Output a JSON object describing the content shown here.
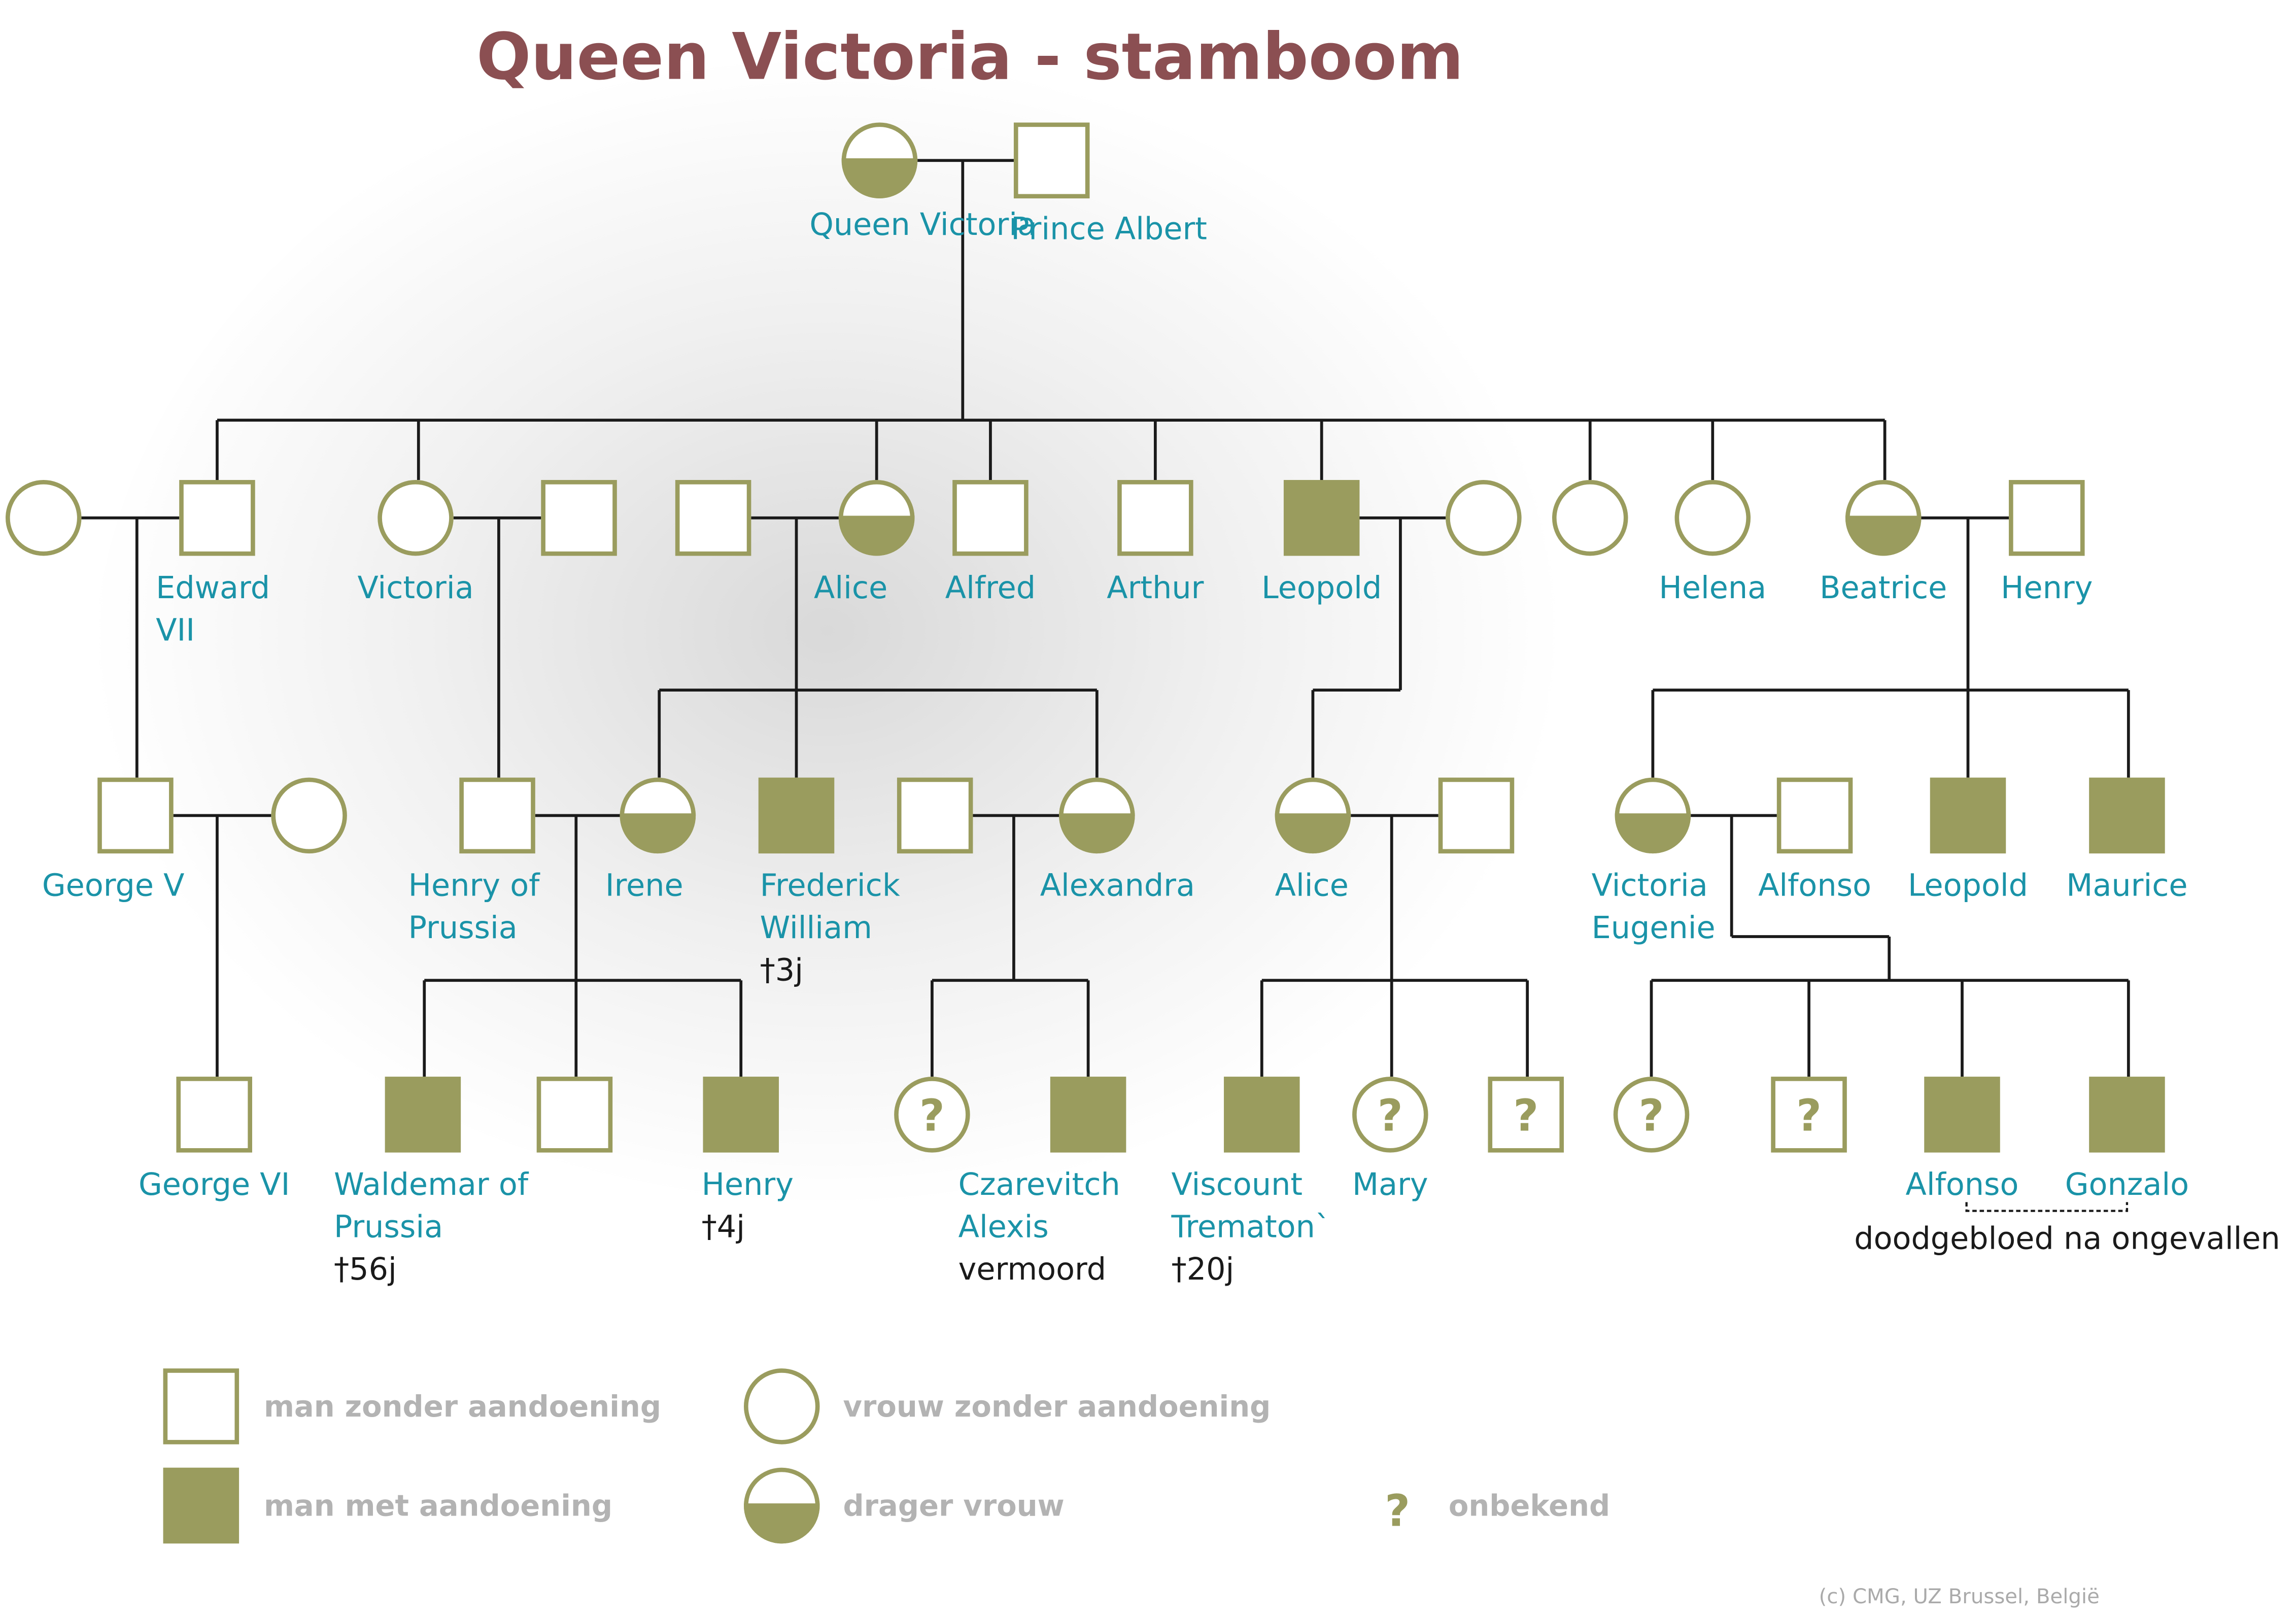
{
  "title": "Queen Victoria - stamboom",
  "colors": {
    "symbol": "#9a9c5e",
    "name_text": "#1a93a8",
    "title_text": "#8b4f52",
    "legend_text": "#b3b3b3",
    "line": "#1a1a1a"
  },
  "people": {
    "queen_victoria": {
      "label": [
        "Queen Victoria"
      ],
      "sex": "female",
      "status": "carrier"
    },
    "prince_albert": {
      "label": [
        "Prince Albert"
      ],
      "sex": "male",
      "status": "unaffected"
    },
    "edward_vii_spouse": {
      "label": [],
      "sex": "female",
      "status": "unaffected"
    },
    "edward_vii": {
      "label": [
        "Edward",
        "VII"
      ],
      "sex": "male",
      "status": "unaffected"
    },
    "victoria": {
      "label": [
        "Victoria"
      ],
      "sex": "female",
      "status": "unaffected"
    },
    "victoria_spouse": {
      "label": [],
      "sex": "male",
      "status": "unaffected"
    },
    "alice_spouse": {
      "label": [],
      "sex": "male",
      "status": "unaffected"
    },
    "alice": {
      "label": [
        "Alice"
      ],
      "sex": "female",
      "status": "carrier"
    },
    "alfred": {
      "label": [
        "Alfred"
      ],
      "sex": "male",
      "status": "unaffected"
    },
    "arthur": {
      "label": [
        "Arthur"
      ],
      "sex": "male",
      "status": "unaffected"
    },
    "leopold": {
      "label": [
        "Leopold"
      ],
      "sex": "male",
      "status": "affected"
    },
    "leopold_spouse": {
      "label": [],
      "sex": "female",
      "status": "unaffected"
    },
    "louise": {
      "label": [],
      "sex": "female",
      "status": "unaffected"
    },
    "helena": {
      "label": [
        "Helena"
      ],
      "sex": "female",
      "status": "unaffected"
    },
    "beatrice": {
      "label": [
        "Beatrice"
      ],
      "sex": "female",
      "status": "carrier"
    },
    "henry_b": {
      "label": [
        "Henry"
      ],
      "sex": "male",
      "status": "unaffected"
    },
    "george_v": {
      "label": [
        "George V"
      ],
      "sex": "male",
      "status": "unaffected"
    },
    "george_v_spouse": {
      "label": [],
      "sex": "female",
      "status": "unaffected"
    },
    "henry_of_prussia": {
      "label": [
        "Henry of",
        "Prussia"
      ],
      "sex": "male",
      "status": "unaffected"
    },
    "irene": {
      "label": [
        "Irene"
      ],
      "sex": "female",
      "status": "carrier"
    },
    "frederick_william": {
      "label": [
        "Frederick",
        "William"
      ],
      "note": [
        "†3j"
      ],
      "sex": "male",
      "status": "affected"
    },
    "alexandra_spouse": {
      "label": [],
      "sex": "male",
      "status": "unaffected"
    },
    "alexandra": {
      "label": [
        "Alexandra"
      ],
      "sex": "female",
      "status": "carrier"
    },
    "alice_g2": {
      "label": [
        "Alice"
      ],
      "sex": "female",
      "status": "carrier"
    },
    "alice_g2_spouse": {
      "label": [],
      "sex": "male",
      "status": "unaffected"
    },
    "victoria_eugenie": {
      "label": [
        "Victoria",
        "Eugenie"
      ],
      "sex": "female",
      "status": "carrier"
    },
    "alfonso_xiii": {
      "label": [
        "Alfonso"
      ],
      "sex": "male",
      "status": "unaffected"
    },
    "leopold_b": {
      "label": [
        "Leopold"
      ],
      "sex": "male",
      "status": "affected"
    },
    "maurice": {
      "label": [
        "Maurice"
      ],
      "sex": "male",
      "status": "affected"
    },
    "george_vi": {
      "label": [
        "George VI"
      ],
      "sex": "male",
      "status": "unaffected"
    },
    "waldemar": {
      "label": [
        "Waldemar of",
        "Prussia"
      ],
      "note": [
        "†56j"
      ],
      "sex": "male",
      "status": "affected"
    },
    "sigismund": {
      "label": [],
      "sex": "male",
      "status": "unaffected"
    },
    "henry_p": {
      "label": [
        "Henry"
      ],
      "note": [
        "†4j"
      ],
      "sex": "male",
      "status": "affected"
    },
    "daughters_romanov": {
      "label": [],
      "sex": "female",
      "status": "unknown"
    },
    "alexis": {
      "label": [
        "Czarevitch",
        "Alexis"
      ],
      "note": [
        "vermoord"
      ],
      "sex": "male",
      "status": "affected"
    },
    "trematon": {
      "label": [
        "Viscount",
        "Trematon`"
      ],
      "note": [
        "†20j"
      ],
      "sex": "male",
      "status": "affected"
    },
    "mary": {
      "label": [
        "Mary"
      ],
      "sex": "female",
      "status": "unknown"
    },
    "son_unknown": {
      "label": [],
      "sex": "male",
      "status": "unknown"
    },
    "daughter_spain": {
      "label": [],
      "sex": "female",
      "status": "unknown"
    },
    "son_spain": {
      "label": [],
      "sex": "male",
      "status": "unknown"
    },
    "alfonso_jr": {
      "label": [
        "Alfonso"
      ],
      "sex": "male",
      "status": "affected"
    },
    "gonzalo": {
      "label": [
        "Gonzalo"
      ],
      "sex": "male",
      "status": "affected"
    }
  },
  "annotation": "doodgebloed na ongevallen",
  "unknown_symbol": "?",
  "legend": [
    {
      "label": "man zonder aandoening",
      "sex": "male",
      "status": "unaffected"
    },
    {
      "label": "vrouw zonder aandoening",
      "sex": "female",
      "status": "unaffected"
    },
    {
      "label": "man met aandoening",
      "sex": "male",
      "status": "affected"
    },
    {
      "label": "drager vrouw",
      "sex": "female",
      "status": "carrier"
    },
    {
      "label": "onbekend",
      "sex": "none",
      "status": "unknown"
    }
  ],
  "copyright": "(c) CMG, UZ Brussel, België"
}
